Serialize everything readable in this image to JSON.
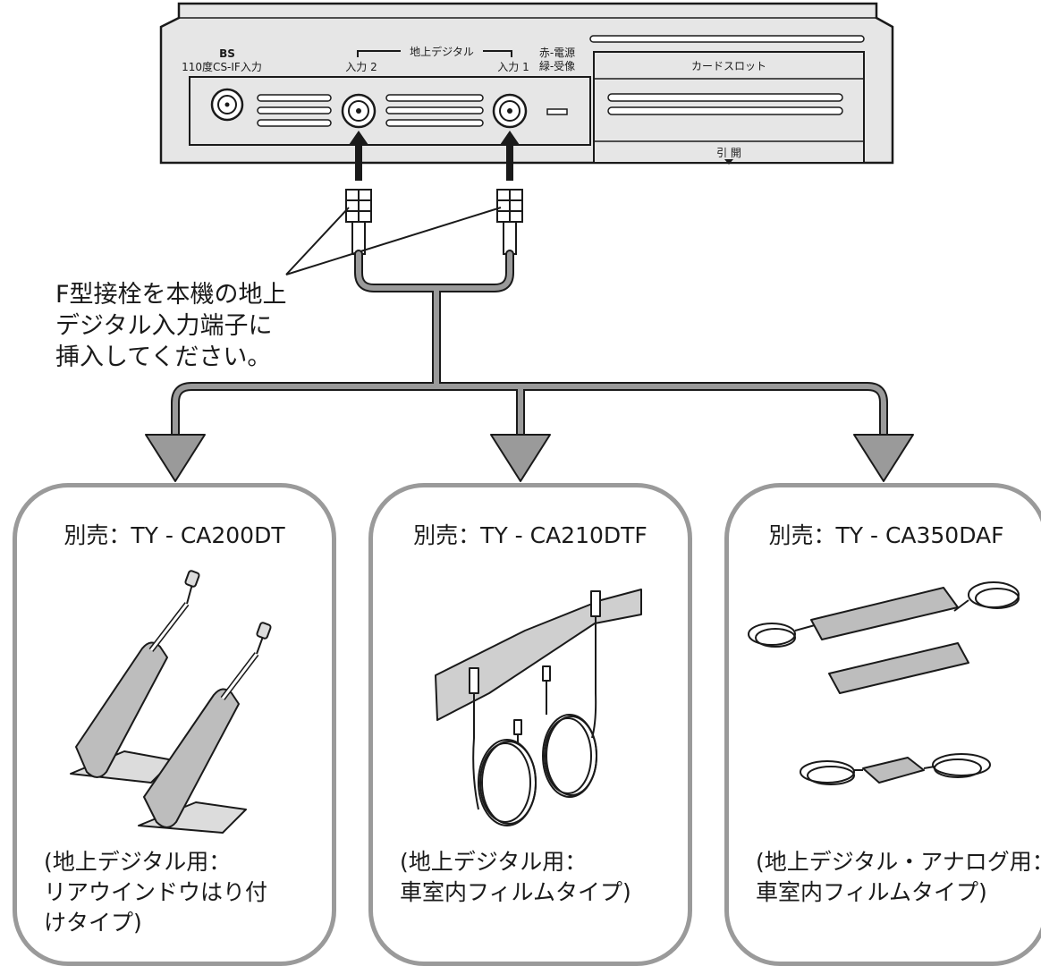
{
  "device": {
    "bs_label": "BS",
    "bs_sub_label": "110度CS-IF入力",
    "terrestrial_group_label": "地上デジタル",
    "input2_label": "入力 2",
    "input1_label": "入力 1",
    "power_label": "赤-電源",
    "receive_label": "緑-受像",
    "card_slot_label": "カードスロット",
    "pull_open_label": "引 開"
  },
  "instruction": {
    "lines": [
      "F型接栓を本機の地上",
      "デジタル入力端子に",
      "挿入してください。"
    ]
  },
  "products": [
    {
      "title": "別売：TY - CA200DT",
      "desc_lines": [
        "(地上デジタル用：",
        "  リアウインドウはり付",
        "けタイプ)"
      ]
    },
    {
      "title": "別売：TY - CA210DTF",
      "desc_lines": [
        "(地上デジタル用：",
        "  車室内フィルムタイプ)"
      ]
    },
    {
      "title": "別売：TY - CA350DAF",
      "desc_lines": [
        "(地上デジタル・アナログ用：",
        "  車室内フィルムタイプ)"
      ]
    }
  ],
  "colors": {
    "panel": "#e6e6e6",
    "stroke": "#1a1a1a",
    "cable": "#9a9a9a",
    "card_border": "#9a9a9a"
  }
}
